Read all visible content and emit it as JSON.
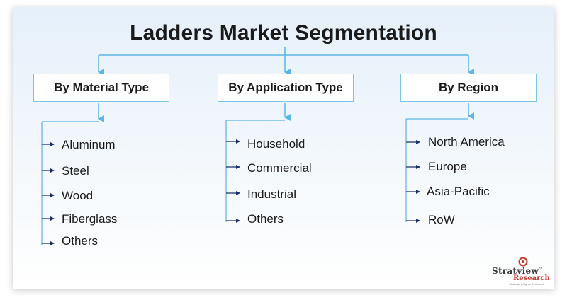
{
  "title": "Ladders Market Segmentation",
  "columns": [
    {
      "heading": "By Material Type",
      "items": [
        "Aluminum",
        "Steel",
        "Wood",
        "Fiberglass",
        "Others"
      ]
    },
    {
      "heading": "By Application Type",
      "items": [
        "Household",
        "Commercial",
        "Industrial",
        "Others"
      ]
    },
    {
      "heading": "By Region",
      "items": [
        "North America",
        "Europe",
        "Asia-Pacific",
        "RoW"
      ]
    }
  ],
  "logo": {
    "name": "Stratview",
    "trademark": "™",
    "sub": "Research",
    "tagline": "Strategic Insights Delivered"
  },
  "colors": {
    "connector": "#5bb5e6",
    "box_border": "#7ec2e8",
    "item_arrow": "#1a2e6b",
    "logo_accent": "#c0392b"
  }
}
